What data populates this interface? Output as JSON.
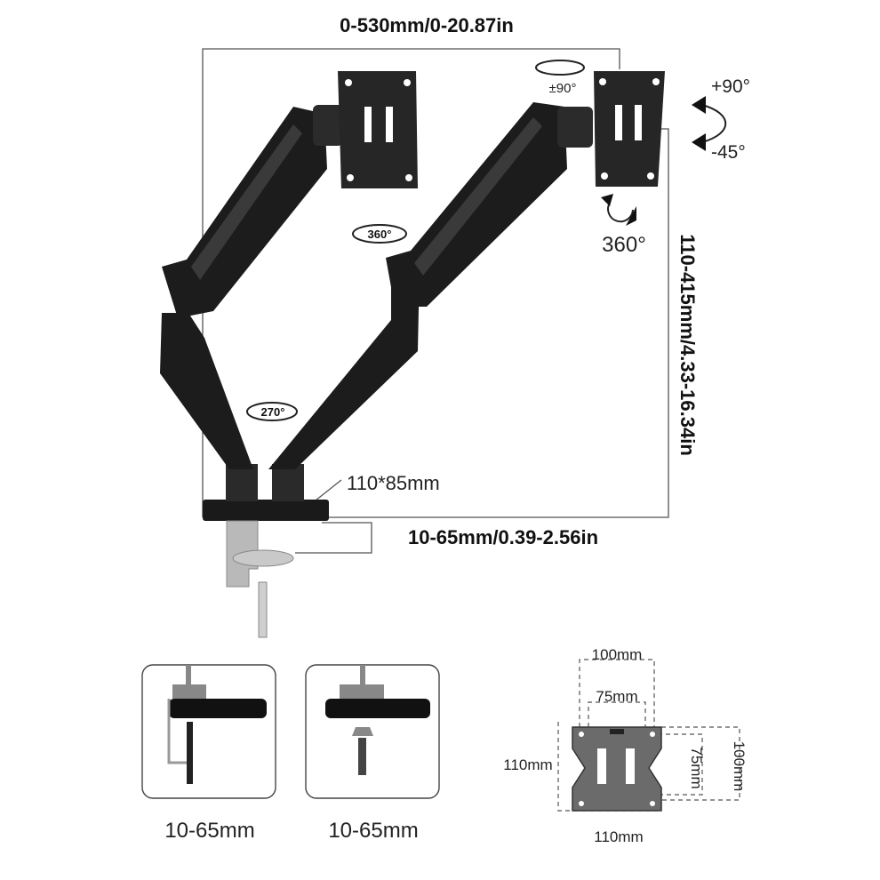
{
  "dimensions": {
    "reach": "0-530mm/0-20.87in",
    "height_range": "110-415mm/4.33-16.34in",
    "clamp_thickness": "10-65mm/0.39-2.56in",
    "base_size": "110*85mm"
  },
  "rotations": {
    "arm_base": "270°",
    "arm_elbow": "360°",
    "swivel": "±90°",
    "tilt_up": "+90°",
    "tilt_down": "-45°",
    "rotate": "360°"
  },
  "mount_options": [
    {
      "label": "10-65mm"
    },
    {
      "label": "10-65mm"
    }
  ],
  "vesa": {
    "top_outer": "100mm",
    "top_inner": "75mm",
    "left": "110mm",
    "right_inner": "75mm",
    "right_outer": "100mm",
    "bottom": "110mm"
  }
}
